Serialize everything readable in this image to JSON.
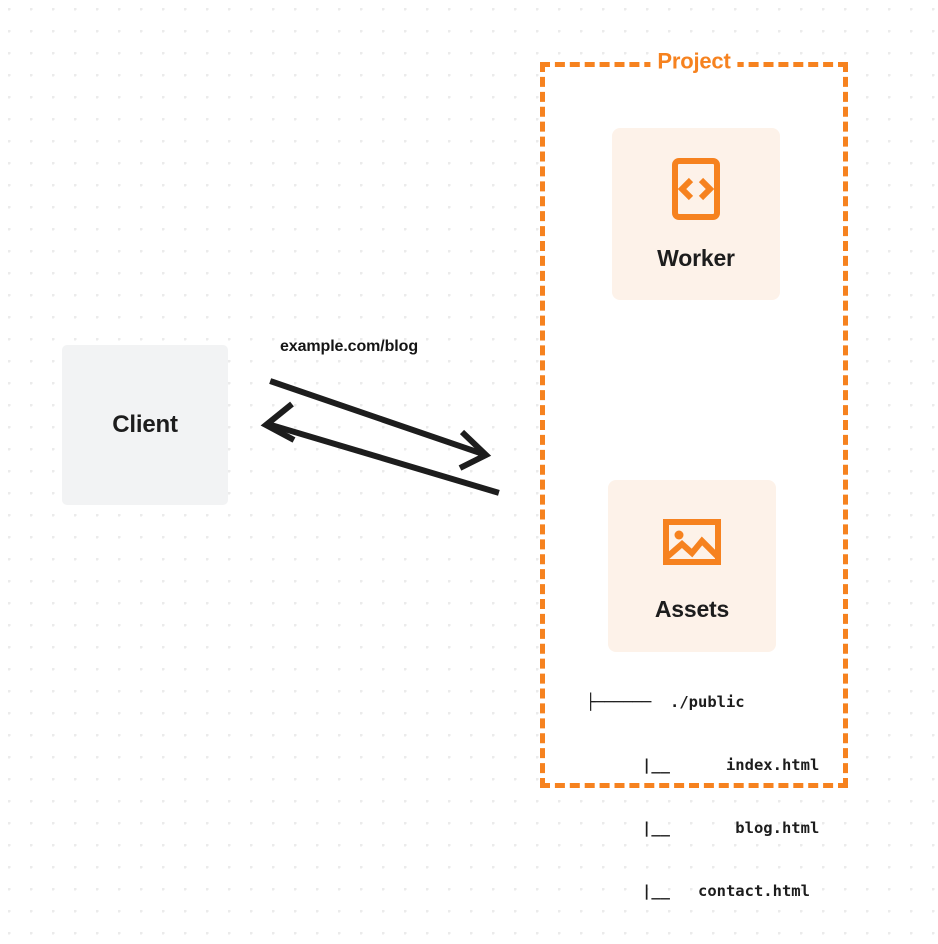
{
  "diagram": {
    "type": "architecture-flow",
    "background": "dotted-grid",
    "colors": {
      "accent_orange": "#f6821f",
      "box_fill_orange": "#fdf2e9",
      "client_fill_gray": "#f2f3f4",
      "text_dark": "#1d1d1d",
      "dot_grid": "#ebebeb"
    }
  },
  "client": {
    "label": "Client"
  },
  "connection": {
    "label": "example.com/blog",
    "direction": "bidirectional",
    "request_arrow": "client-to-project",
    "response_arrow": "project-to-client"
  },
  "project": {
    "title": "Project",
    "border_style": "dashed",
    "nodes": [
      {
        "id": "worker",
        "label": "Worker",
        "icon": "code-brackets-icon"
      },
      {
        "id": "assets",
        "label": "Assets",
        "icon": "image-picture-icon"
      }
    ]
  },
  "asset_tree": {
    "rows": [
      "├──────  ./public",
      "      |__      index.html",
      "      |__       blog.html",
      "      |__   contact.html"
    ],
    "root": "./public",
    "files": [
      "index.html",
      "blog.html",
      "contact.html"
    ]
  }
}
